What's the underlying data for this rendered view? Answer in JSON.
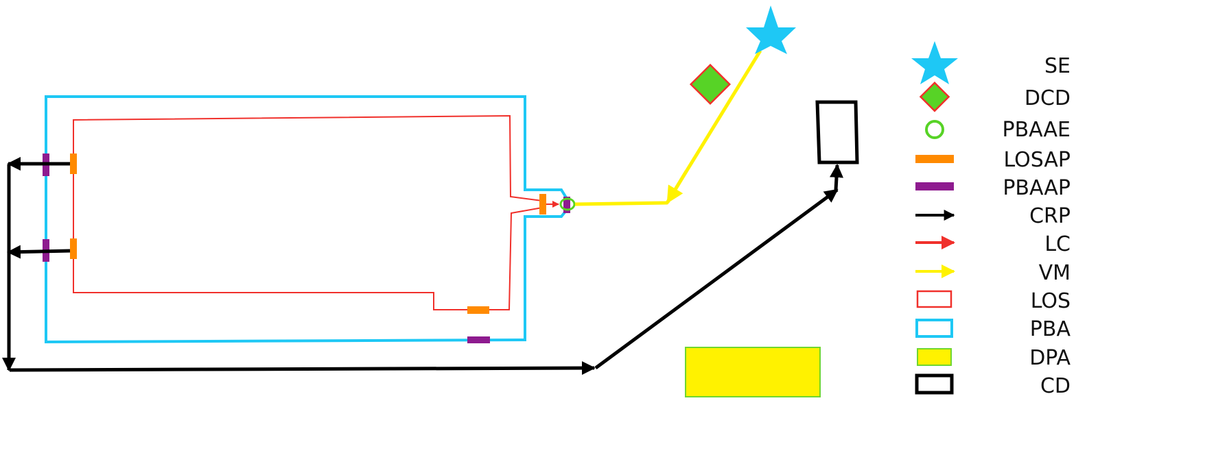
{
  "colors": {
    "cyan": "#1ec8f5",
    "red": "#f0302b",
    "orange": "#ff8a00",
    "purple": "#8e1b8f",
    "black": "#000000",
    "yellow": "#fff200",
    "green": "#57d326",
    "dpa_border": "#6fd62f"
  },
  "legend": {
    "items": [
      {
        "label": "SE",
        "symbol": "star-icon"
      },
      {
        "label": "DCD",
        "symbol": "diamond-icon"
      },
      {
        "label": "PBAAE",
        "symbol": "ring-icon"
      },
      {
        "label": "LOSAP",
        "symbol": "orange-bar-icon"
      },
      {
        "label": "PBAAP",
        "symbol": "purple-bar-icon"
      },
      {
        "label": "CRP",
        "symbol": "black-arrow-icon"
      },
      {
        "label": "LC",
        "symbol": "red-arrow-icon"
      },
      {
        "label": "VM",
        "symbol": "yellow-arrow-icon"
      },
      {
        "label": "LOS",
        "symbol": "red-box-icon"
      },
      {
        "label": "PBA",
        "symbol": "cyan-box-icon"
      },
      {
        "label": "DPA",
        "symbol": "yellow-box-icon"
      },
      {
        "label": "CD",
        "symbol": "black-box-icon"
      }
    ]
  }
}
